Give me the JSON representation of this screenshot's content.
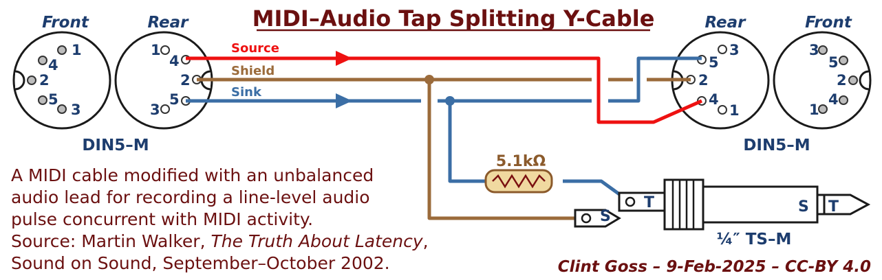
{
  "title": "MIDI–Audio Tap Splitting Y-Cable",
  "left_connector": {
    "front_label": "Front",
    "rear_label": "Rear",
    "type_label": "DIN5–M",
    "front_pins": [
      "1",
      "4",
      "2",
      "5",
      "3"
    ],
    "rear_pins": [
      "1",
      "4",
      "2",
      "5",
      "3"
    ]
  },
  "right_connector": {
    "front_label": "Front",
    "rear_label": "Rear",
    "type_label": "DIN5–M",
    "rear_pins": [
      "3",
      "5",
      "2",
      "4",
      "1"
    ],
    "front_pins": [
      "3",
      "5",
      "2",
      "4",
      "1"
    ]
  },
  "wires": {
    "source": {
      "label": "Source",
      "color": "#ee1111"
    },
    "shield": {
      "label": "Shield",
      "color": "#9b6b3b"
    },
    "sink": {
      "label": "Sink",
      "color": "#3b6ea5"
    }
  },
  "resistor": {
    "label": "5.1kΩ"
  },
  "plug": {
    "type_label": "¼″ TS–M",
    "sleeve": "S",
    "tip": "T",
    "tip_lug": "T",
    "sleeve_lug": "S"
  },
  "description": [
    "A MIDI cable modified with an unbalanced",
    "audio lead for recording a line-level audio",
    "pulse concurrent with MIDI activity."
  ],
  "source_note": {
    "prefix": "Source: Martin Walker, ",
    "title": "The Truth About Latency",
    "suffix": ",",
    "line2": "Sound on Sound, September–October 2002."
  },
  "credit": "Clint Goss – 9-Feb-2025 – CC-BY 4.0"
}
